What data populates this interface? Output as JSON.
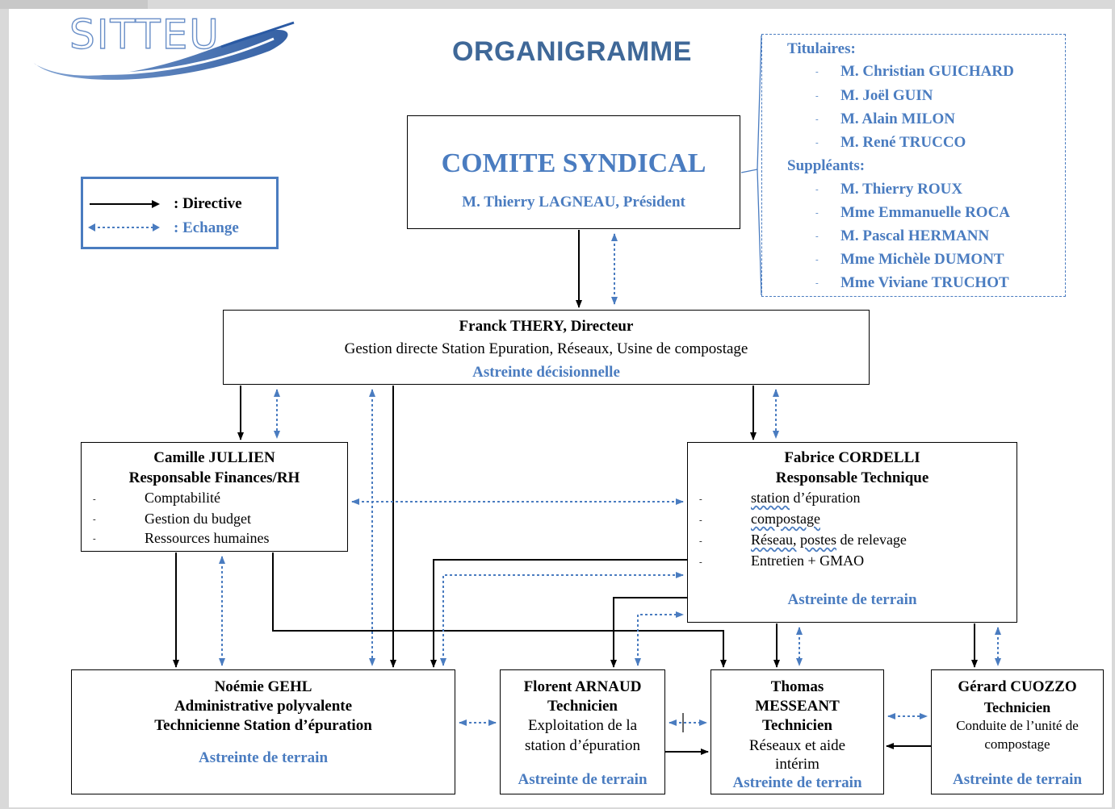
{
  "logo": {
    "text": "SITTEU"
  },
  "title": "ORGANIGRAMME",
  "legend": {
    "directive": ": Directive",
    "echange": ": Echange"
  },
  "comite": {
    "title": "COMITE SYNDICAL",
    "president": "M. Thierry LAGNEAU, Président"
  },
  "members": {
    "titulaires_label": "Titulaires:",
    "titulaires": [
      "M. Christian GUICHARD",
      "M. Joël GUIN",
      "M. Alain MILON",
      "M. René TRUCCO"
    ],
    "suppleants_label": "Suppléants:",
    "suppleants": [
      "M. Thierry ROUX",
      "Mme Emmanuelle ROCA",
      "M. Pascal HERMANN",
      "Mme Michèle DUMONT",
      "Mme Viviane TRUCHOT"
    ],
    "bullet": "-"
  },
  "directeur": {
    "name": "Franck THERY",
    "role": ", Directeur",
    "desc": "Gestion directe Station Epuration, Réseaux, Usine de compostage",
    "astreinte": "Astreinte décisionnelle"
  },
  "jullien": {
    "name": "Camille JULLIEN",
    "role": "Responsable Finances/RH",
    "items": [
      "Comptabilité",
      "Gestion du budget",
      "Ressources humaines"
    ]
  },
  "cordelli": {
    "name": "Fabrice CORDELLI",
    "role": "Responsable Technique",
    "item1_a": "station",
    "item1_b": " d’épuration",
    "item2": "compostage",
    "item3_a": "Réseau,",
    "item3_b": " ",
    "item3_c": "postes",
    "item3_d": " de relevage",
    "item4": "Entretien + GMAO",
    "astreinte": "Astreinte de terrain"
  },
  "gehl": {
    "name": "Noémie GEHL",
    "role1": "Administrative polyvalente",
    "role2": "Technicienne Station d’épuration",
    "astreinte": "Astreinte de terrain"
  },
  "arnaud": {
    "name": "Florent ARNAUD",
    "role": "Technicien",
    "desc1": "Exploitation de la",
    "desc2": "station d’épuration",
    "astreinte": "Astreinte de terrain"
  },
  "messeant": {
    "name1": "Thomas",
    "name2": "MESSEANT",
    "role": "Technicien",
    "desc1": "Réseaux et aide",
    "desc2": "intérim",
    "astreinte": "Astreinte de terrain"
  },
  "cuozzo": {
    "name": "Gérard CUOZZO",
    "role": "Technicien",
    "desc1": "Conduite de l’unité de",
    "desc2": "compostage",
    "astreinte": "Astreinte de terrain"
  },
  "colors": {
    "blue": "#4a7cc0",
    "title": "#3f6898",
    "black": "#000000"
  }
}
